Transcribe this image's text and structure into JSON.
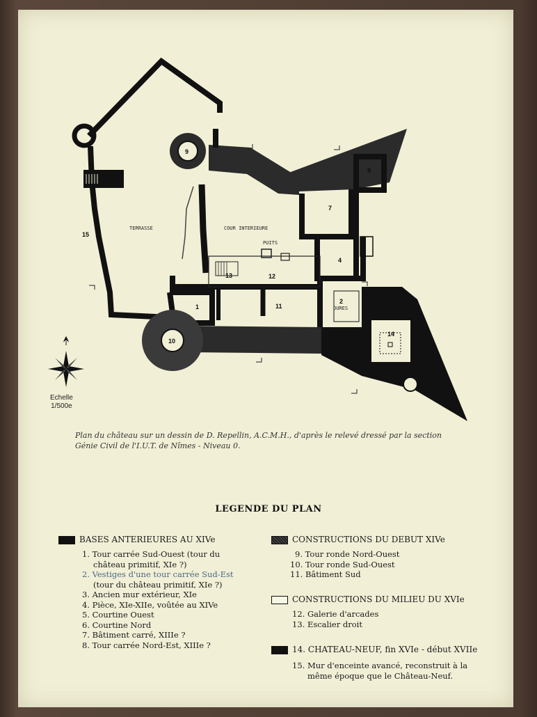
{
  "plan_labels": {
    "terrasse": "TERRASSE",
    "cour": "COUR INTERIEURE",
    "puits": "PUITS",
    "oures": "OURES"
  },
  "plan_numbers": [
    "1",
    "2",
    "4",
    "7",
    "8",
    "9",
    "10",
    "11",
    "12",
    "13",
    "14",
    "15"
  ],
  "scale": {
    "label": "Echelle",
    "value": "1/500e"
  },
  "caption": {
    "line1": "Plan du château sur un dessin de D. Repellin, A.C.M.H., d'après le relevé dressé par la section",
    "line2": "Génie Civil de l'I.U.T. de Nîmes - Niveau 0."
  },
  "legend": {
    "title": "LEGENDE DU PLAN",
    "groups": [
      {
        "heading": "BASES ANTERIEURES AU XIVe",
        "items": [
          "1. Tour carrée Sud-Ouest (tour du",
          "château primitif, XIe ?)",
          "2. Vestiges d'une tour carrée Sud-Est",
          "(tour du château primitif, XIe ?)",
          "3. Ancien mur extérieur, XIe",
          "4. Pièce, XIe-XIIe, voûtée au XIVe",
          "5. Courtine Ouest",
          "6. Courtine Nord",
          "7. Bâtiment carré, XIIIe ?",
          "8. Tour carrée Nord-Est, XIIIe ?"
        ]
      },
      {
        "heading": "CONSTRUCTIONS DU DEBUT XIVe",
        "items": [
          "9. Tour ronde Nord-Ouest",
          "10. Tour ronde Sud-Ouest",
          "11. Bâtiment Sud"
        ]
      },
      {
        "heading": "CONSTRUCTIONS DU MILIEU DU XVIe",
        "items": [
          "12. Galerie d'arcades",
          "13. Escalier droit"
        ]
      },
      {
        "heading": "14. CHATEAU-NEUF, fin XVIe - début XVIIe",
        "items": [
          "15. Mur d'enceinte avancé, reconstruit à la",
          "même époque que le Château-Neuf."
        ]
      }
    ]
  }
}
